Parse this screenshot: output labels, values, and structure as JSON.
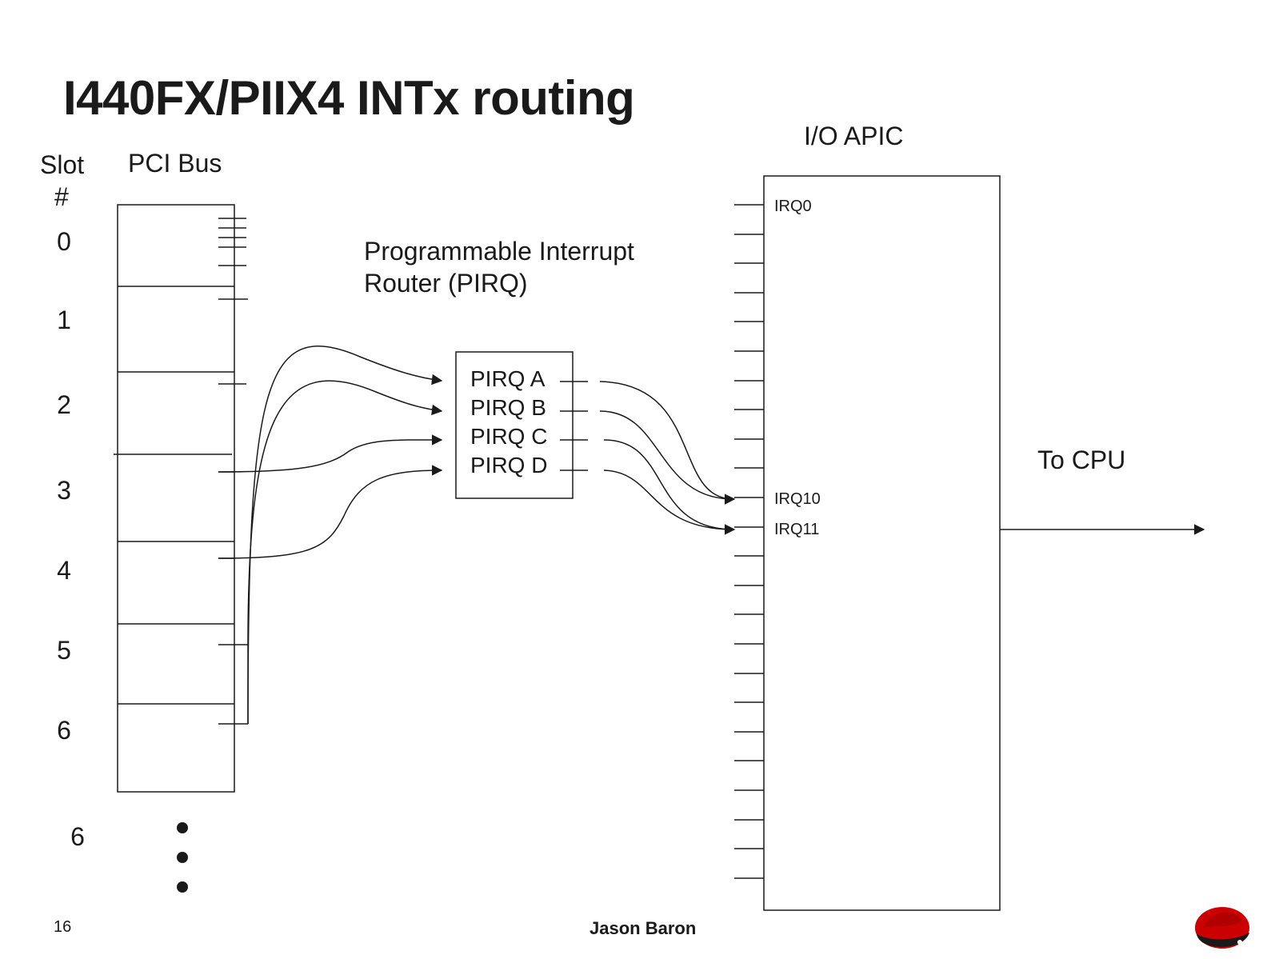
{
  "title": "I440FX/PIIX4 INTx routing",
  "labels": {
    "slot_header_line1": "Slot",
    "slot_header_line2": "#",
    "pci_bus": "PCI Bus",
    "router_line1": "Programmable Interrupt",
    "router_line2": "Router (PIRQ)",
    "ioapic": "I/O APIC",
    "to_cpu": "To CPU"
  },
  "slots": [
    "0",
    "1",
    "2",
    "3",
    "4",
    "5",
    "6"
  ],
  "extra_slot": "6",
  "pirq": [
    "PIRQ A",
    "PIRQ B",
    "PIRQ C",
    "PIRQ D"
  ],
  "irq": {
    "irq0": "IRQ0",
    "irq10": "IRQ10",
    "irq11": "IRQ11"
  },
  "footer": {
    "page_number": "16",
    "author": "Jason Baron"
  },
  "colors": {
    "line": "#1a1a1a",
    "logo_red": "#cc0000"
  }
}
